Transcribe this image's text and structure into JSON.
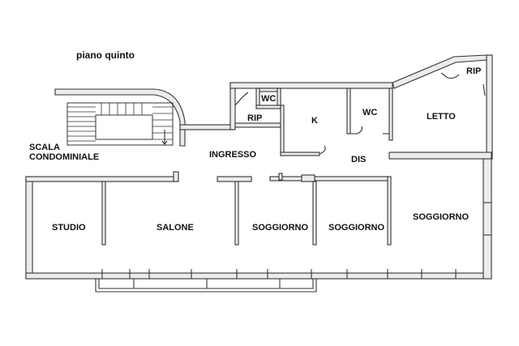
{
  "plan": {
    "title": "piano quinto",
    "stair_label_line1": "SCALA",
    "stair_label_line2": "CONDOMINIALE",
    "rooms": {
      "wc_small": "WC",
      "rip_left": "RIP",
      "kitchen": "K",
      "wc_right": "WC",
      "letto": "LETTO",
      "rip_right": "RIP",
      "ingresso": "INGRESSO",
      "dis": "DIS",
      "studio": "STUDIO",
      "salone": "SALONE",
      "soggiorno_1": "SOGGIORNO",
      "soggiorno_2": "SOGGIORNO",
      "soggiorno_3": "SOGGIORNO"
    }
  }
}
